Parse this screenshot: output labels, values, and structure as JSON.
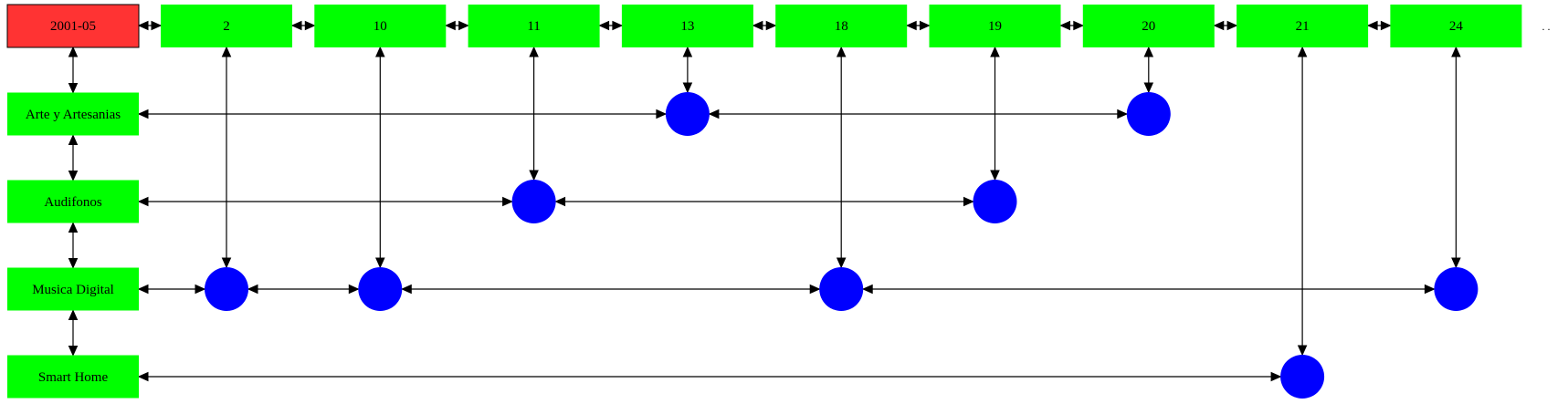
{
  "month_node": {
    "label": "2001-05",
    "color": "#ff3333"
  },
  "day_nodes": [
    {
      "label": "2"
    },
    {
      "label": "10"
    },
    {
      "label": "11"
    },
    {
      "label": "13"
    },
    {
      "label": "18"
    },
    {
      "label": "19"
    },
    {
      "label": "20"
    },
    {
      "label": "21"
    },
    {
      "label": "24"
    }
  ],
  "ellipsis": ". .",
  "category_nodes": [
    {
      "label": "Arte y Artesanias"
    },
    {
      "label": "Audifonos"
    },
    {
      "label": "Musica Digital"
    },
    {
      "label": "Smart Home"
    }
  ],
  "markers": [
    {
      "category": 0,
      "day": 3
    },
    {
      "category": 0,
      "day": 6
    },
    {
      "category": 1,
      "day": 2
    },
    {
      "category": 1,
      "day": 5
    },
    {
      "category": 2,
      "day": 0
    },
    {
      "category": 2,
      "day": 1
    },
    {
      "category": 2,
      "day": 4
    },
    {
      "category": 2,
      "day": 8
    },
    {
      "category": 3,
      "day": 7
    }
  ],
  "colors": {
    "day_node": "#00ff00",
    "category_node": "#00ff00",
    "marker": "#0000ff"
  }
}
